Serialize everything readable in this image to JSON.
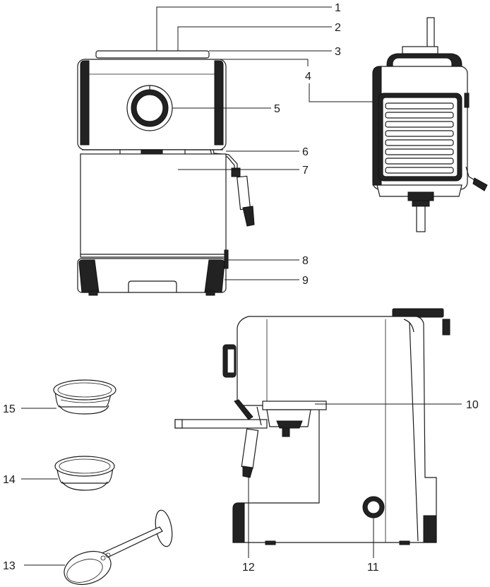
{
  "callouts": {
    "c1": "1",
    "c2": "2",
    "c3": "3",
    "c4": "4",
    "c5": "5",
    "c6": "6",
    "c7": "7",
    "c8": "8",
    "c9": "9",
    "c10": "10",
    "c11": "11",
    "c12": "12",
    "c13": "13",
    "c14": "14",
    "c15": "15"
  },
  "colors": {
    "line": "#1a1a1a",
    "fill_dark": "#222222",
    "fill_grey": "#3c3c3c",
    "background": "#ffffff"
  }
}
